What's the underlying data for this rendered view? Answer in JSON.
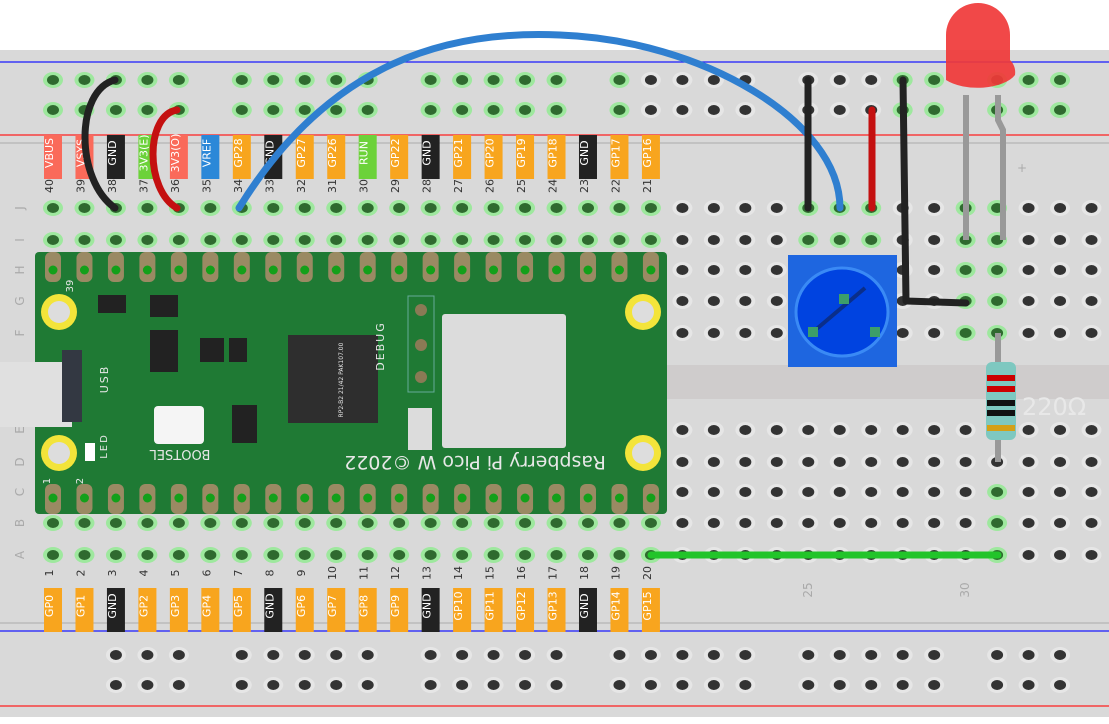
{
  "breadboard": {
    "row_letters_top": [
      "J",
      "I",
      "H",
      "G",
      "F"
    ],
    "row_letters_bottom": [
      "E",
      "D",
      "C",
      "B",
      "A"
    ],
    "column_markers": [
      "25",
      "30"
    ],
    "plus_marker": "+"
  },
  "pico": {
    "name": "Raspberry Pi Pico W ©2022",
    "bootsel": "BOOTSEL",
    "debug": "DEBUG",
    "usb": "USB",
    "led": "LED",
    "chip": "RP2-B2 21/42 PAK107.00",
    "pin39": "39",
    "pin1": "1",
    "pin2": "2",
    "top_pins": [
      {
        "num": "40",
        "label": "VBUS",
        "color": "#fa6a5a"
      },
      {
        "num": "39",
        "label": "VSYS",
        "color": "#fa6a5a"
      },
      {
        "num": "38",
        "label": "GND",
        "color": "#222222"
      },
      {
        "num": "37",
        "label": "3V3(E)",
        "color": "#6cd23a"
      },
      {
        "num": "36",
        "label": "3V3(O)",
        "color": "#fa6a5a"
      },
      {
        "num": "35",
        "label": "VREF",
        "color": "#2b88d8"
      },
      {
        "num": "34",
        "label": "GP28",
        "color": "#f8a51e"
      },
      {
        "num": "33",
        "label": "GND",
        "color": "#222222"
      },
      {
        "num": "32",
        "label": "GP27",
        "color": "#f8a51e"
      },
      {
        "num": "31",
        "label": "GP26",
        "color": "#f8a51e"
      },
      {
        "num": "30",
        "label": "RUN",
        "color": "#6cd23a"
      },
      {
        "num": "29",
        "label": "GP22",
        "color": "#f8a51e"
      },
      {
        "num": "28",
        "label": "GND",
        "color": "#222222"
      },
      {
        "num": "27",
        "label": "GP21",
        "color": "#f8a51e"
      },
      {
        "num": "26",
        "label": "GP20",
        "color": "#f8a51e"
      },
      {
        "num": "25",
        "label": "GP19",
        "color": "#f8a51e"
      },
      {
        "num": "24",
        "label": "GP18",
        "color": "#f8a51e"
      },
      {
        "num": "23",
        "label": "GND",
        "color": "#222222"
      },
      {
        "num": "22",
        "label": "GP17",
        "color": "#f8a51e"
      },
      {
        "num": "21",
        "label": "GP16",
        "color": "#f8a51e"
      }
    ],
    "bottom_pins": [
      {
        "num": "1",
        "label": "GP0",
        "color": "#f8a51e"
      },
      {
        "num": "2",
        "label": "GP1",
        "color": "#f8a51e"
      },
      {
        "num": "3",
        "label": "GND",
        "color": "#222222"
      },
      {
        "num": "4",
        "label": "GP2",
        "color": "#f8a51e"
      },
      {
        "num": "5",
        "label": "GP3",
        "color": "#f8a51e"
      },
      {
        "num": "6",
        "label": "GP4",
        "color": "#f8a51e"
      },
      {
        "num": "7",
        "label": "GP5",
        "color": "#f8a51e"
      },
      {
        "num": "8",
        "label": "GND",
        "color": "#222222"
      },
      {
        "num": "9",
        "label": "GP6",
        "color": "#f8a51e"
      },
      {
        "num": "10",
        "label": "GP7",
        "color": "#f8a51e"
      },
      {
        "num": "11",
        "label": "GP8",
        "color": "#f8a51e"
      },
      {
        "num": "12",
        "label": "GP9",
        "color": "#f8a51e"
      },
      {
        "num": "13",
        "label": "GND",
        "color": "#222222"
      },
      {
        "num": "14",
        "label": "GP10",
        "color": "#f8a51e"
      },
      {
        "num": "15",
        "label": "GP11",
        "color": "#f8a51e"
      },
      {
        "num": "16",
        "label": "GP12",
        "color": "#f8a51e"
      },
      {
        "num": "17",
        "label": "GP13",
        "color": "#f8a51e"
      },
      {
        "num": "18",
        "label": "GND",
        "color": "#222222"
      },
      {
        "num": "19",
        "label": "GP14",
        "color": "#f8a51e"
      },
      {
        "num": "20",
        "label": "GP15",
        "color": "#f8a51e"
      }
    ]
  },
  "resistor": {
    "label": "220Ω"
  },
  "colors": {
    "board": "#d9d9d9",
    "pcb": "#1f7a34",
    "wire_blue": "#2f7fd0",
    "wire_red": "#c41010",
    "wire_black": "#222222",
    "wire_green": "#22c42a",
    "led": "#f03030",
    "pot": "#1e66e0"
  }
}
